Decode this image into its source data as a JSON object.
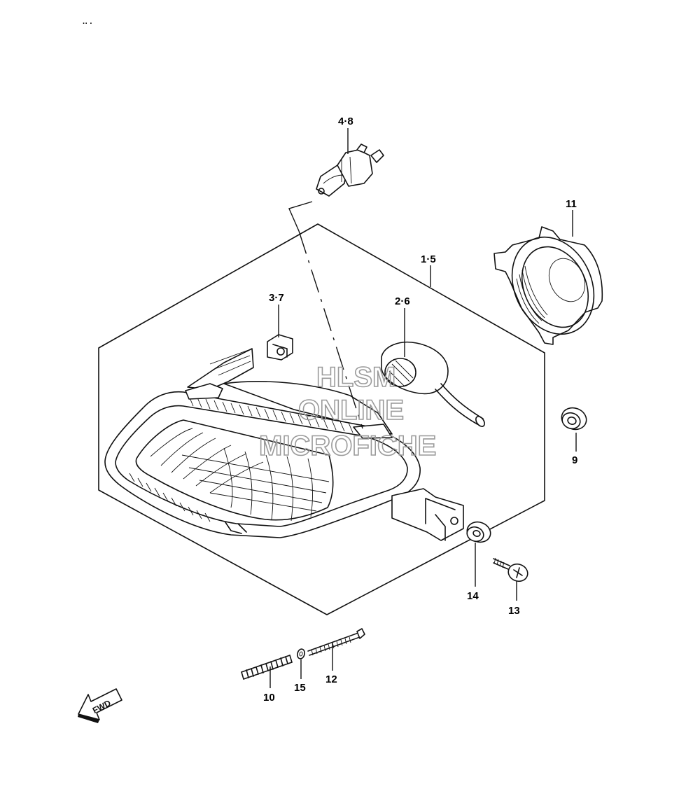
{
  "figure": {
    "corner_mark": "·· ·"
  },
  "callouts": [
    {
      "id": "c-4-8",
      "text": "4·8"
    },
    {
      "id": "c-11",
      "text": "11"
    },
    {
      "id": "c-1-5",
      "text": "1·5"
    },
    {
      "id": "c-3-7",
      "text": "3·7"
    },
    {
      "id": "c-2-6",
      "text": "2·6"
    },
    {
      "id": "c-9",
      "text": "9"
    },
    {
      "id": "c-14",
      "text": "14"
    },
    {
      "id": "c-13",
      "text": "13"
    },
    {
      "id": "c-12",
      "text": "12"
    },
    {
      "id": "c-15",
      "text": "15"
    },
    {
      "id": "c-10",
      "text": "10"
    }
  ],
  "fwd_arrow": {
    "text": "FWD"
  },
  "watermark": {
    "line1": "HLSM",
    "line2": "ONLINE",
    "line3": "MICROFICHE"
  }
}
